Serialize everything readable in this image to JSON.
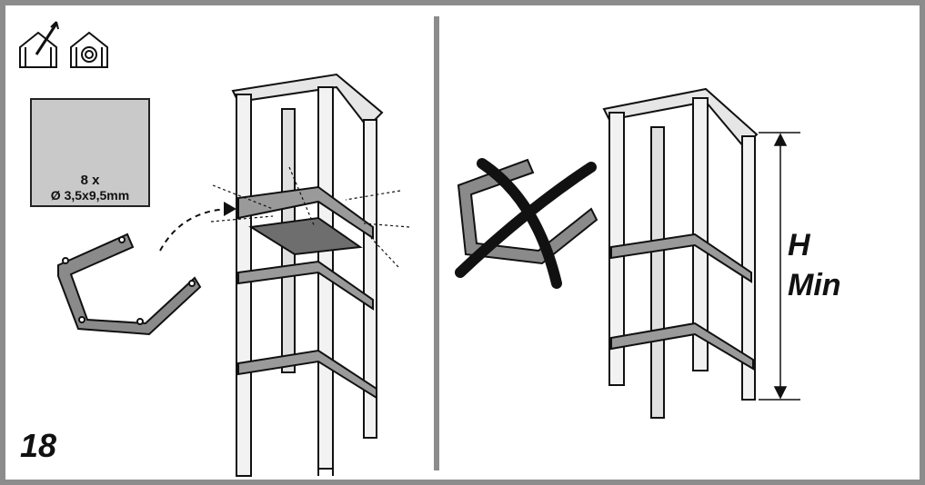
{
  "step_number": "18",
  "screws": {
    "quantity": "8 x",
    "size": "Ø 3,5x9,5mm"
  },
  "height_label": {
    "line1": "H",
    "line2": "Min"
  },
  "icons": [
    "ducted-outside-icon",
    "recirculation-icon",
    "screw-icon",
    "cross-icon",
    "dimension-arrow-icon"
  ],
  "colors": {
    "frame": "#8c8c8c",
    "panel": "#c9c9c9",
    "ink": "#111111"
  }
}
